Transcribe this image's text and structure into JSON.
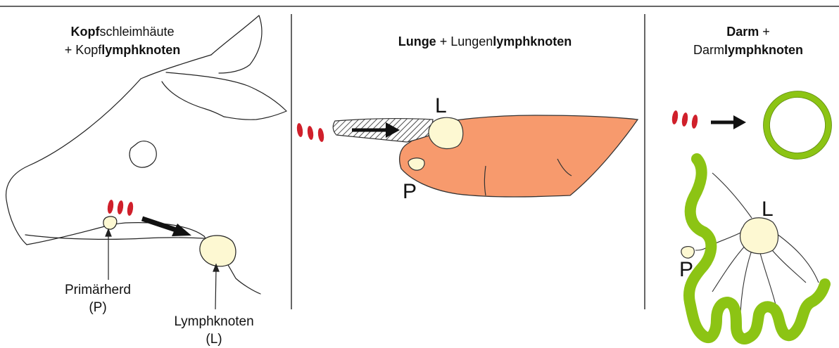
{
  "panels": {
    "head": {
      "title_l1_bold": "Kopf",
      "title_l1_rest": "schleimhäute",
      "title_l2_pre": "+ Kopf",
      "title_l2_bold": "lymphknoten",
      "primary_label": "Primärherd",
      "primary_abbr": "(P)",
      "node_label": "Lymphknoten",
      "node_abbr": "(L)"
    },
    "lung": {
      "title_bold1": "Lunge",
      "title_mid": " + Lungen",
      "title_bold2": "lymphknoten",
      "node_letter": "L",
      "primary_letter": "P"
    },
    "gut": {
      "title_l1_bold": "Darm",
      "title_l1_rest": " +",
      "title_l2_pre": "Darm",
      "title_l2_bold": "lymphknoten",
      "node_letter": "L",
      "primary_letter": "P"
    }
  },
  "colors": {
    "node_fill": "#fdf8d2",
    "bacteria": "#d0202b",
    "lung": "#f79a6d",
    "gut": "#8cc414"
  }
}
